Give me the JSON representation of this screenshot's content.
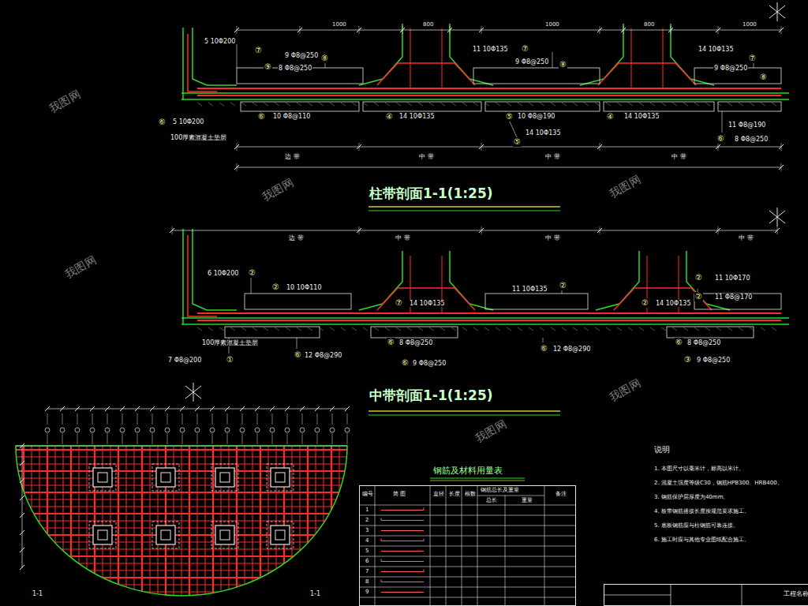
{
  "diagram": {
    "nodes": [
      {
        "text": [
          "钢筋及材料用量表"
        ]
      },
      {
        "text": [
          "工程名称"
        ]
      }
    ],
    "labels": [
      "5 10Φ200",
      "⑦",
      "9 Φ8@250",
      "⑧",
      "8 Φ8@250",
      "⑨",
      "11 10Φ135",
      "⑦",
      "9 Φ8@250",
      "⑧",
      "14 10Φ135",
      "⑦",
      "9 Φ8@250",
      "⑧",
      "10 Φ8@110",
      "⑥",
      "14 10Φ135",
      "④",
      "10 Φ8@190",
      "⑤",
      "14 10Φ135",
      "④",
      "14 10Φ135",
      "⑤",
      "11 Φ8@190",
      "⑥",
      "8 Φ8@250",
      "5 10Φ200",
      "⑥",
      "100厚素混凝土垫层",
      "边 带",
      "中 带",
      "中 带",
      "中 带",
      "1000",
      "800",
      "1000",
      "800",
      "1000",
      "柱带剖面1-1(1:25)",
      "6 10Φ200",
      "②",
      "10 10Φ110",
      "②",
      "14 10Φ135",
      "⑦",
      "11 10Φ135",
      "②",
      "14 10Φ135",
      "②",
      "11 10Φ170",
      "②",
      "11 Φ8@170",
      "②",
      "7 Φ8@200",
      "①",
      "100厚素混凝土垫层",
      "12 Φ8@290",
      "⑥",
      "8 Φ8@250",
      "⑥",
      "9 Φ8@250",
      "⑥",
      "12 Φ8@290",
      "⑥",
      "8 Φ8@250",
      "⑥",
      "9 Φ8@250",
      "③",
      "边 带",
      "中 带",
      "中 带",
      "中 带",
      "中带剖面1-1(1:25)",
      "1-1",
      "1-1",
      "说明",
      "1. 本图尺寸以毫米计，标高以米计。",
      "2. 混凝土强度等级C30，钢筋HPB300、HRB400。",
      "3. 钢筋保护层厚度为40mm。",
      "4. 板带钢筋搭接长度按规范要求施工。",
      "5. 底板钢筋应与柱钢筋可靠连接。",
      "6. 施工时应与其他专业图纸配合施工。",
      "编号",
      "简 图",
      "直径",
      "长度",
      "根数",
      "钢筋总长及重量",
      "总长",
      "重量",
      "备注",
      "1",
      "2",
      "3",
      "4",
      "5",
      "6",
      "7",
      "8",
      "9",
      "我图网",
      "我图网",
      "我图网",
      "我图网",
      "我图网",
      "我图网"
    ]
  }
}
